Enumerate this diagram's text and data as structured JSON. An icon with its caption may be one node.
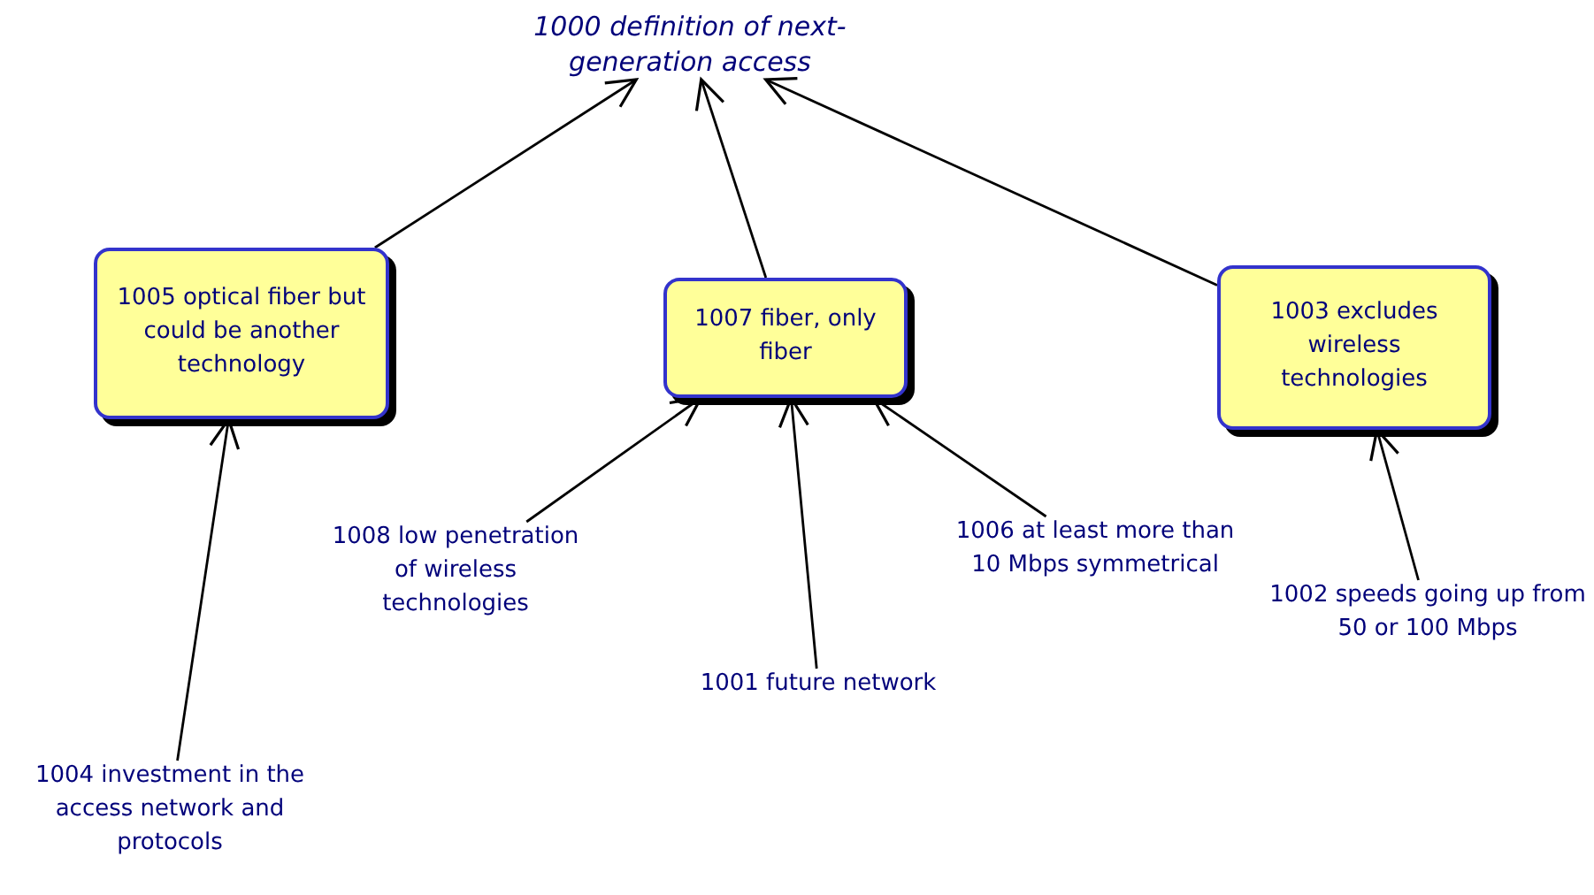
{
  "diagram": {
    "nodes": [
      {
        "text": [
          "1000 definition of next-generation access"
        ]
      },
      {
        "text": [
          "1005 optical fiber but could be another technology"
        ]
      },
      {
        "text": [
          "1007 fiber, only fiber"
        ]
      },
      {
        "text": [
          "1003 excludes wireless technologies"
        ]
      },
      {
        "text": [
          "1004 investment in the access network and protocols"
        ]
      },
      {
        "text": [
          "1008 low penetration of wireless technologies"
        ]
      },
      {
        "text": [
          "1001 future network"
        ]
      },
      {
        "text": [
          "1006 at least more than 10 Mbps symmetrical"
        ]
      },
      {
        "text": [
          "1002 speeds going up from 50 or 100 Mbps"
        ]
      }
    ],
    "edges": [
      {
        "from": 1,
        "to": 0,
        "arrow": "to"
      },
      {
        "from": 2,
        "to": 0,
        "arrow": "to"
      },
      {
        "from": 3,
        "to": 0,
        "arrow": "to"
      },
      {
        "from": 4,
        "to": 1,
        "arrow": "to"
      },
      {
        "from": 5,
        "to": 2,
        "arrow": "to"
      },
      {
        "from": 6,
        "to": 2,
        "arrow": "to"
      },
      {
        "from": 7,
        "to": 2,
        "arrow": "to"
      },
      {
        "from": 8,
        "to": 3,
        "arrow": "to"
      }
    ]
  }
}
